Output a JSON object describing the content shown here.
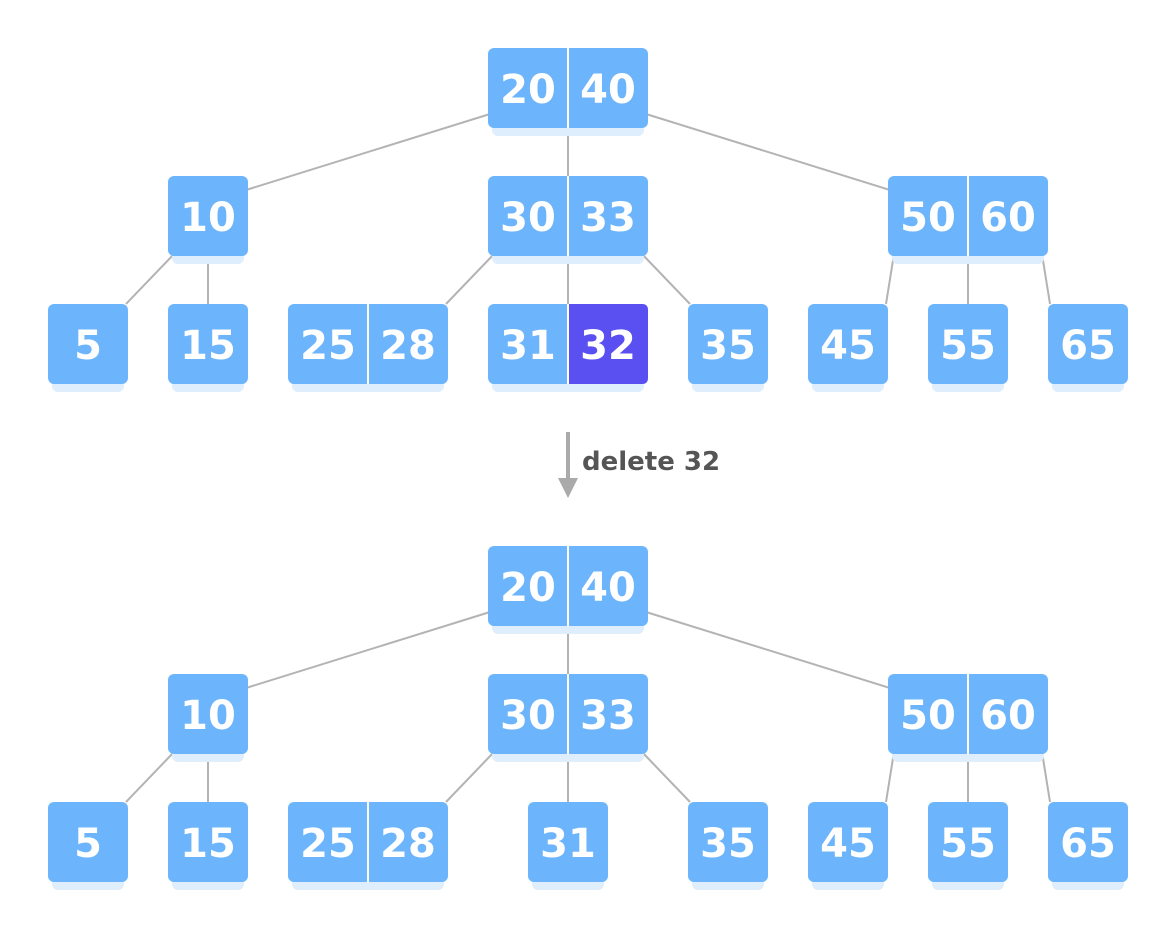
{
  "operation": {
    "label": "delete 32",
    "icon": "down-arrow-icon"
  },
  "colors": {
    "node": "#6cb4fb",
    "highlight": "#5a4ff0",
    "edge": "#b3b3b3",
    "text": "#ffffff"
  },
  "trees": [
    {
      "id": "before",
      "levels": [
        [
          {
            "keys": [
              "20",
              "40"
            ]
          }
        ],
        [
          {
            "keys": [
              "10"
            ]
          },
          {
            "keys": [
              "30",
              "33"
            ]
          },
          {
            "keys": [
              "50",
              "60"
            ]
          }
        ],
        [
          {
            "keys": [
              "5"
            ]
          },
          {
            "keys": [
              "15"
            ]
          },
          {
            "keys": [
              "25",
              "28"
            ]
          },
          {
            "keys": [
              "31",
              "32"
            ],
            "highlight": "32"
          },
          {
            "keys": [
              "35"
            ]
          },
          {
            "keys": [
              "45"
            ]
          },
          {
            "keys": [
              "55"
            ]
          },
          {
            "keys": [
              "65"
            ]
          }
        ]
      ]
    },
    {
      "id": "after",
      "levels": [
        [
          {
            "keys": [
              "20",
              "40"
            ]
          }
        ],
        [
          {
            "keys": [
              "10"
            ]
          },
          {
            "keys": [
              "30",
              "33"
            ]
          },
          {
            "keys": [
              "50",
              "60"
            ]
          }
        ],
        [
          {
            "keys": [
              "5"
            ]
          },
          {
            "keys": [
              "15"
            ]
          },
          {
            "keys": [
              "25",
              "28"
            ]
          },
          {
            "keys": [
              "31"
            ]
          },
          {
            "keys": [
              "35"
            ]
          },
          {
            "keys": [
              "45"
            ]
          },
          {
            "keys": [
              "55"
            ]
          },
          {
            "keys": [
              "65"
            ]
          }
        ]
      ]
    }
  ]
}
